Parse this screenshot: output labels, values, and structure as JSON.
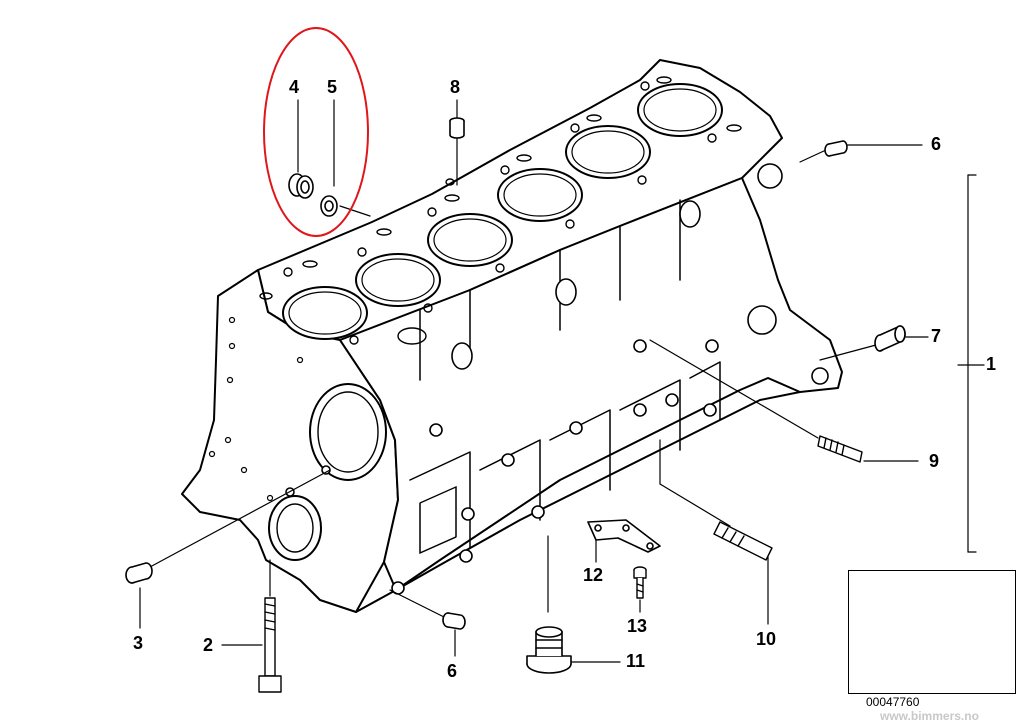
{
  "diagram": {
    "id_label": "00047760",
    "watermark": "www.bimmers.no",
    "highlight_color": "#e0161b",
    "line_color": "#000000"
  },
  "callouts": {
    "c1": "1",
    "c2": "2",
    "c3": "3",
    "c4": "4",
    "c5": "5",
    "c6a": "6",
    "c6b": "6",
    "c7": "7",
    "c8": "8",
    "c9": "9",
    "c10": "10",
    "c11": "11",
    "c12": "12",
    "c13": "13"
  }
}
